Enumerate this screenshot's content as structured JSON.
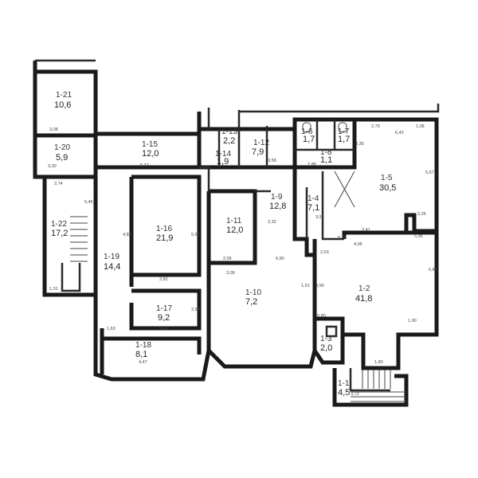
{
  "rooms": [
    {
      "id": "1-21",
      "area": "10,6"
    },
    {
      "id": "1-20",
      "area": "5,9"
    },
    {
      "id": "1-22",
      "area": "17,2"
    },
    {
      "id": "1-15",
      "area": "12,0"
    },
    {
      "id": "1-13",
      "area": "2,2"
    },
    {
      "id": "1-12",
      "area": "7,9"
    },
    {
      "id": "1-14",
      "area": "1,9"
    },
    {
      "id": "1-16",
      "area": "21,9"
    },
    {
      "id": "1-19",
      "area": "14,4"
    },
    {
      "id": "1-17",
      "area": "9,2"
    },
    {
      "id": "1-18",
      "area": "8,1"
    },
    {
      "id": "1-11",
      "area": "12,0"
    },
    {
      "id": "1-9",
      "area": "12,8"
    },
    {
      "id": "1-10",
      "area": "7,2"
    },
    {
      "id": "1-4",
      "area": "7,1"
    },
    {
      "id": "1-5",
      "area": "30,5"
    },
    {
      "id": "1-6",
      "area": "1,7"
    },
    {
      "id": "1-7",
      "area": "1,7"
    },
    {
      "id": "1-8",
      "area": "1,1"
    },
    {
      "id": "1-2",
      "area": "41,8"
    },
    {
      "id": "1-3",
      "area": "2,0"
    },
    {
      "id": "1-1",
      "area": "4,5"
    }
  ],
  "dimensions": [
    "3,08",
    "3,30",
    "2,74",
    "5,45",
    "1,31",
    "5,47",
    "4,82",
    "5,06",
    "2,95",
    "3,09",
    "2,82",
    "3,55",
    "3,62",
    "1,63",
    "4,47",
    "3,58",
    "2,88",
    "3,36",
    "2,32",
    "3,55",
    "1,08",
    "2,79",
    "6,42",
    "5,57",
    "2,26",
    "3,41",
    "4,96",
    "5,96",
    "6,85",
    "1,90",
    "1,80",
    "3,72",
    "0,80",
    "4,90",
    "1,51",
    "6,90",
    "2,63",
    "8,40"
  ]
}
